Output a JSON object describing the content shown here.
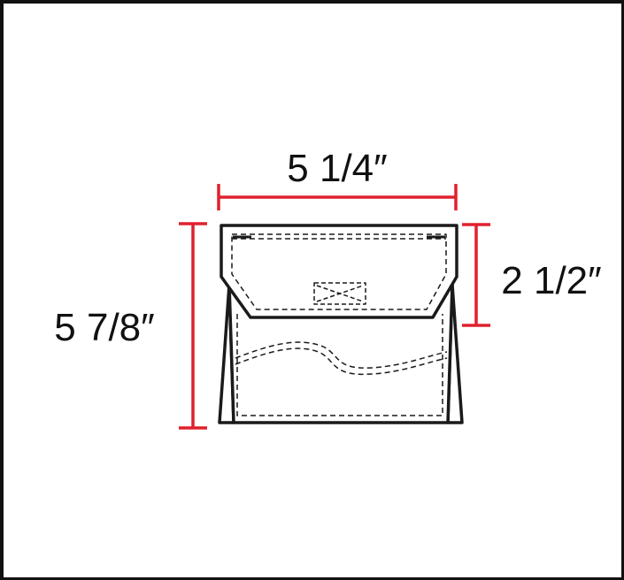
{
  "dimensions": {
    "width": "5 1/4″",
    "height": "5 7/8″",
    "flap": "2 1/2″"
  },
  "colors": {
    "dimension_line": "#e0202e",
    "outline": "#1a1a1a",
    "background": "#ffffff"
  },
  "icons": {
    "product": "pouch-with-flap-icon"
  }
}
